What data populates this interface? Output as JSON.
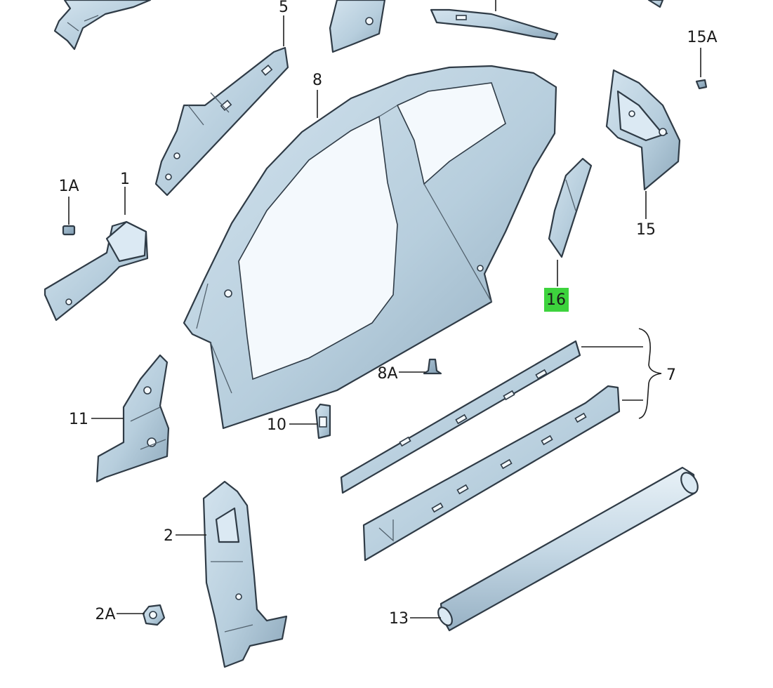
{
  "callouts": {
    "c1": "1",
    "c1A": "1A",
    "c2": "2",
    "c2A": "2A",
    "c5": "5",
    "c7": "7",
    "c8": "8",
    "c8A": "8A",
    "c10": "10",
    "c11": "11",
    "c13": "13",
    "c15": "15",
    "c15A": "15A",
    "c16": "16"
  },
  "highlight": {
    "part": "16",
    "color": "#3dd33d"
  },
  "colors": {
    "part_fill": "#b7cedd",
    "part_fill_dark": "#93afc3",
    "outline": "#2f3b46",
    "background": "#ffffff"
  }
}
